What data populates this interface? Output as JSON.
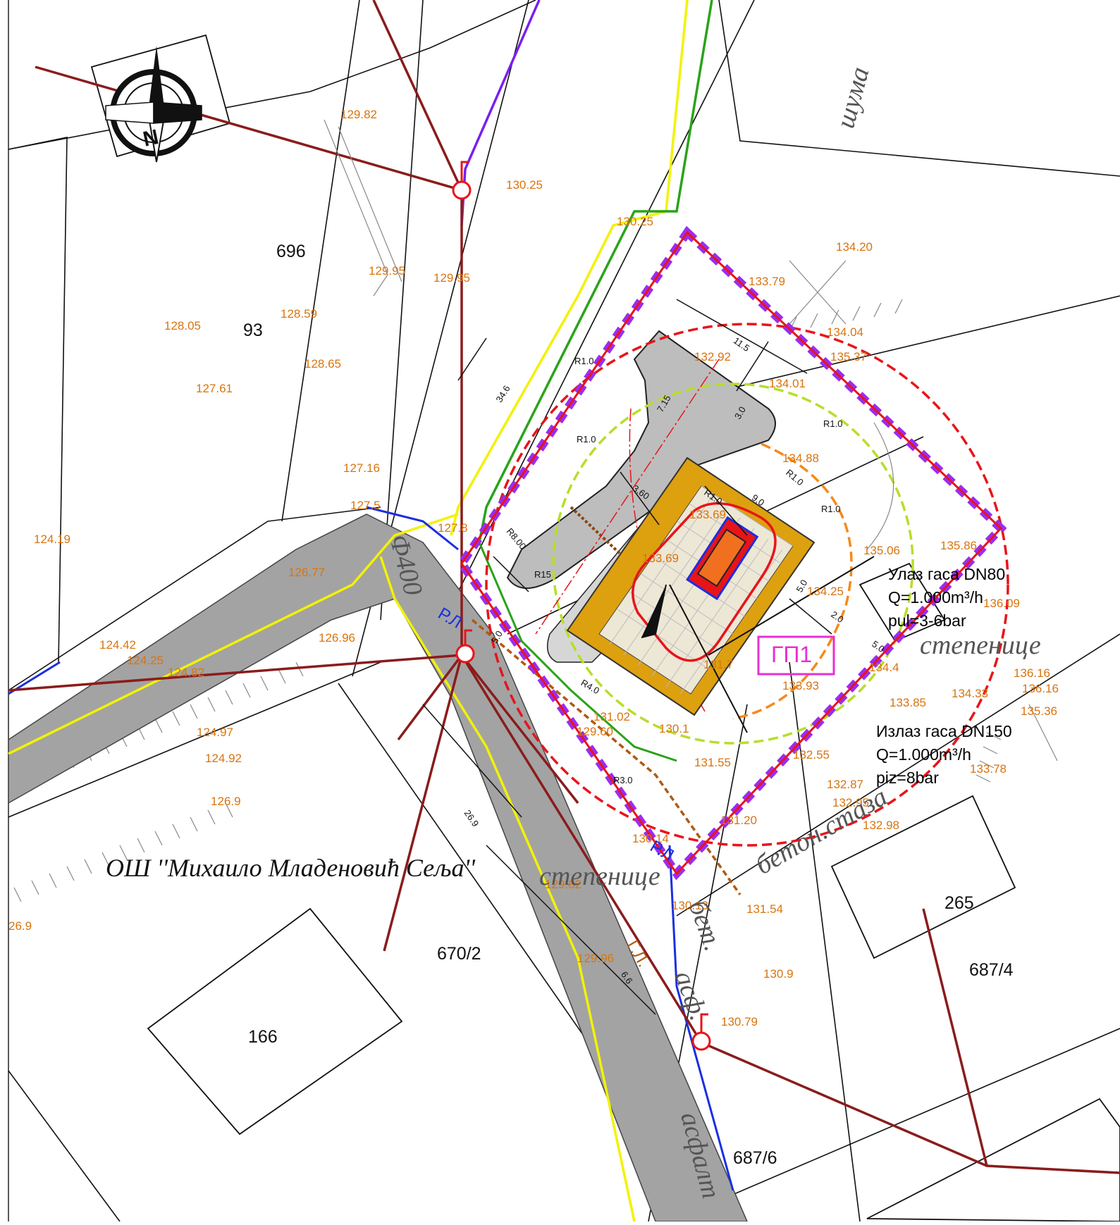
{
  "compass": {
    "letter": "N"
  },
  "parcels": [
    "696",
    "93",
    "670/2",
    "166",
    "265",
    "687/4",
    "687/6"
  ],
  "elevations": [
    "129.82",
    "130.25",
    "130.25",
    "129.95",
    "129.95",
    "128.05",
    "128.59",
    "128.65",
    "127.61",
    "127.16",
    "127.5",
    "127.8",
    "124.19",
    "126.77",
    "126.96",
    "124.42",
    "124.25",
    "124.82",
    "124.97",
    "124.92",
    "126.9",
    "26.9",
    "134.20",
    "133.79",
    "134.04",
    "135.37",
    "132.92",
    "134.01",
    "134.88",
    "135.06",
    "135.86",
    "136.09",
    "133.69",
    "134.25",
    "134.4",
    "133.93",
    "133.85",
    "134.33",
    "136.16",
    "136.16",
    "135.36",
    "133.78",
    "132.55",
    "132.87",
    "132.95",
    "132.98",
    "131.55",
    "131.20",
    "131.02",
    "129.60",
    "130.1",
    "130.14",
    "129.82",
    "130.13",
    "131.54",
    "130.9",
    "129.96",
    "130.79",
    "133.69",
    "131.7"
  ],
  "dimensions": [
    "34.6",
    "R1.0",
    "R1.0",
    "R1.0",
    "R1.0",
    "7.15",
    "3.0",
    "11.5",
    "3.60",
    "R1.0",
    "9.0",
    "R8.00",
    "R15",
    "5.0",
    "R4.0",
    "R3.0",
    "5.0",
    "2.0",
    "5.0",
    "26.9",
    "6.6",
    "R1.0"
  ],
  "labels": {
    "gas_inlet": [
      "Улаз гаса DN80",
      "Q=1.000m³/h",
      "pul=3-6bar"
    ],
    "gas_outlet": [
      "Излаз гаса DN150",
      "Q=1.000m³/h",
      "piz=8bar"
    ],
    "gp1": "ГП1",
    "school": "ОШ ''Михаило Младеновић Сеља''",
    "forest": "шума",
    "stairs_1": "степенице",
    "stairs_2": "степенице",
    "concrete_path": "бетон.стаза",
    "concrete": "бет.",
    "asphalt_1": "асф.",
    "asphalt_2": "асфалт",
    "pipe_phi": "Ф400",
    "rl_1": "Р.Л",
    "rl_2": "Р.Л",
    "gl": "Г.Л."
  },
  "colors": {
    "boundary": "#9b2cf0",
    "red_line": "#e8141a",
    "power_line": "#8a1c1c",
    "yellow_line": "#f2f200",
    "green_line": "#2aa31a",
    "purple_line": "#7a1ff0",
    "blue_line": "#1a2fe0",
    "road_fill": "#a3a3a3",
    "plot_fill": "#dda00f",
    "orange_circle": "#f58a1a",
    "lime_circle": "#b7de2a",
    "gp1_box": "#ea2fd2"
  }
}
